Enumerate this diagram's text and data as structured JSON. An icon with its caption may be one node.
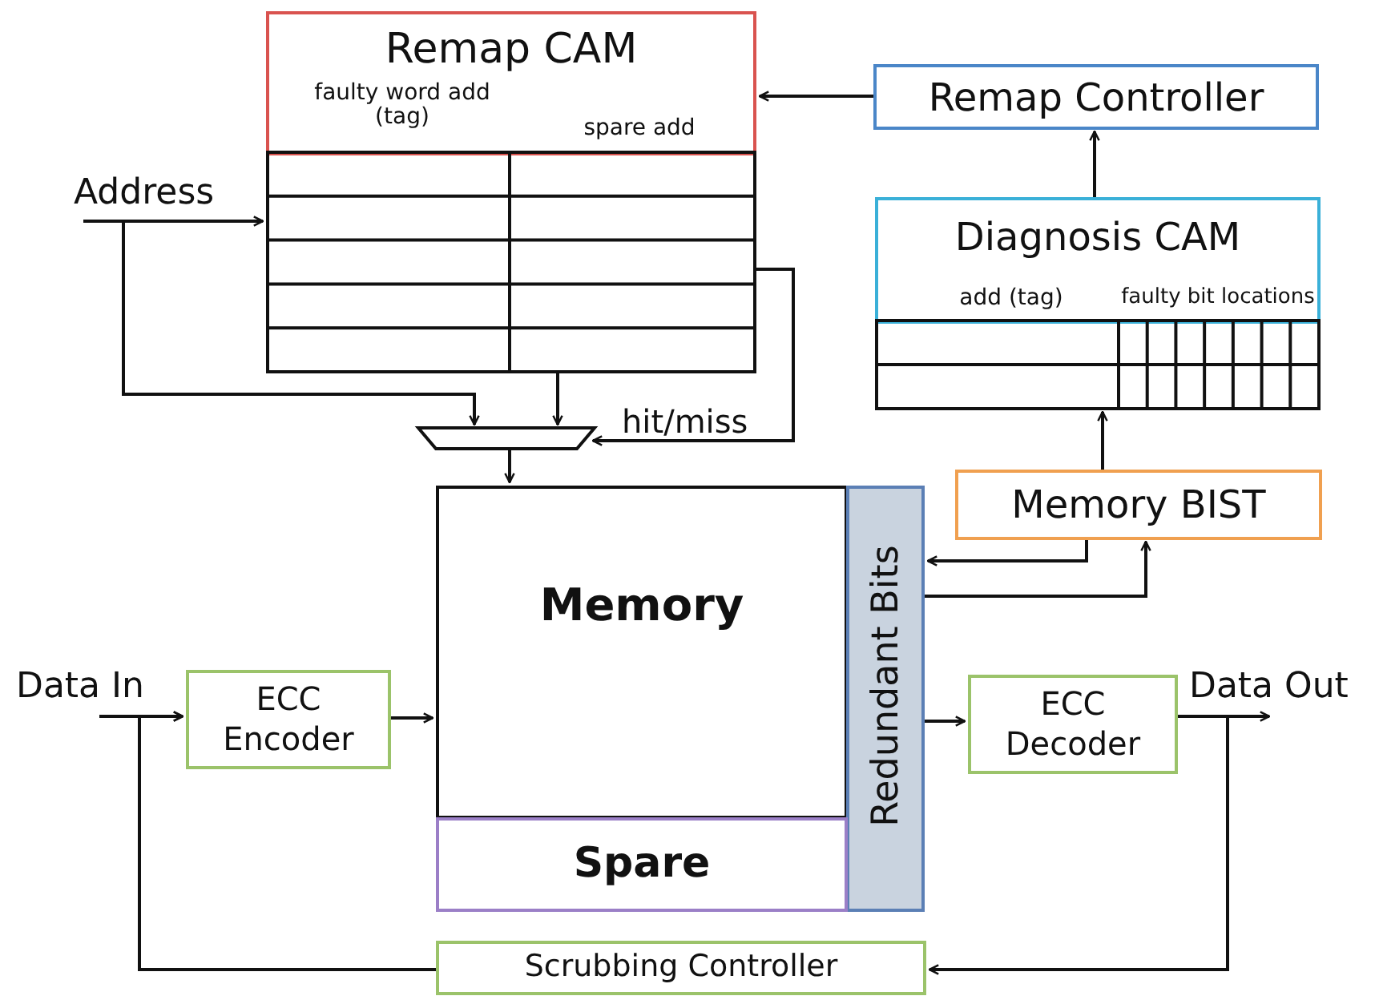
{
  "diagram": {
    "nodes": [
      {
        "text": [
          "Remap CAM",
          "faulty word add (tag)",
          "spare add"
        ]
      },
      {
        "text": [
          "Remap Controller"
        ]
      },
      {
        "text": [
          "Diagnosis CAM",
          "add (tag)",
          "faulty bit locations"
        ]
      },
      {
        "text": [
          "Address"
        ]
      },
      {
        "text": [],
        "shape": "trapezoid"
      },
      {
        "text": [
          "Memory"
        ]
      },
      {
        "text": [
          "Redundant Bits"
        ]
      },
      {
        "text": [
          "Spare"
        ]
      },
      {
        "text": [
          "Memory BIST"
        ]
      },
      {
        "text": [
          "Data In"
        ]
      },
      {
        "text": [
          "ECC Encoder"
        ]
      },
      {
        "text": [
          "ECC Decoder"
        ]
      },
      {
        "text": [
          "Data Out"
        ]
      },
      {
        "text": [
          "Scrubbing Controller"
        ]
      }
    ],
    "edges": [
      {
        "from": 1,
        "to": 0,
        "arrow": "to"
      },
      {
        "from": 2,
        "to": 1,
        "arrow": "to"
      },
      {
        "from": 8,
        "to": 2,
        "arrow": "to"
      },
      {
        "from": 3,
        "to": 0,
        "arrow": "to"
      },
      {
        "from": 3,
        "to": 4,
        "arrow": "to"
      },
      {
        "from": 0,
        "to": 4,
        "arrow": "to"
      },
      {
        "from": 0,
        "to": 4,
        "arrow": "to",
        "label": "hit/miss"
      },
      {
        "from": 4,
        "to": 5,
        "arrow": "to"
      },
      {
        "from": 8,
        "to": 6,
        "arrow": "to"
      },
      {
        "from": 6,
        "to": 8,
        "arrow": "to"
      },
      {
        "from": 9,
        "to": 10,
        "arrow": "to"
      },
      {
        "from": 13,
        "to": 10,
        "arrow": "to"
      },
      {
        "from": 10,
        "to": 5,
        "arrow": "to"
      },
      {
        "from": 6,
        "to": 11,
        "arrow": "to"
      },
      {
        "from": 11,
        "to": 12,
        "arrow": "to"
      },
      {
        "from": 11,
        "to": 13,
        "arrow": "to"
      }
    ]
  }
}
